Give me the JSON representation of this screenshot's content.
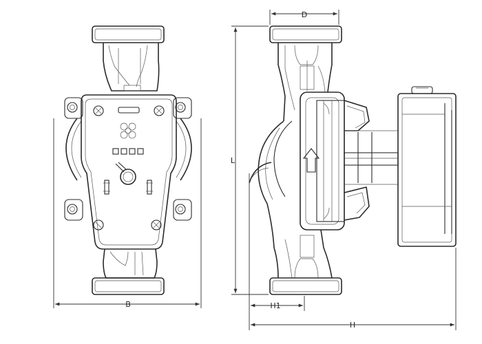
{
  "dimensions": {
    "front_width": "B",
    "top_flange": "D",
    "height": "L",
    "offset": "H1",
    "total_depth": "H"
  }
}
